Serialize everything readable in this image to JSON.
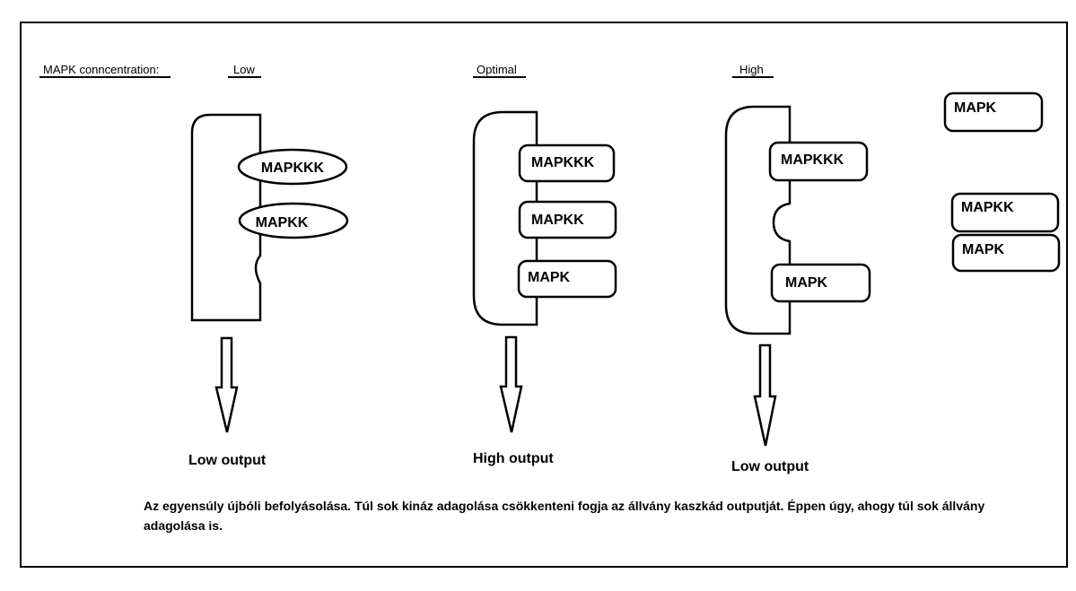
{
  "header": {
    "label": "MAPK conncentration:",
    "levels": [
      "Low",
      "Optimal",
      "High"
    ]
  },
  "components": {
    "mapkkk": "MAPKKK",
    "mapkk": "MAPKK",
    "mapk": "MAPK"
  },
  "outputs": {
    "low": "Low output",
    "high": "High output",
    "low2": "Low output"
  },
  "caption": "Az egyensúly újbóli befolyásolása. Túl sok kináz adagolása csökkenteni fogja az állvány kaszkád outputját. Éppen úgy, ahogy túl sok állvány adagolása is."
}
